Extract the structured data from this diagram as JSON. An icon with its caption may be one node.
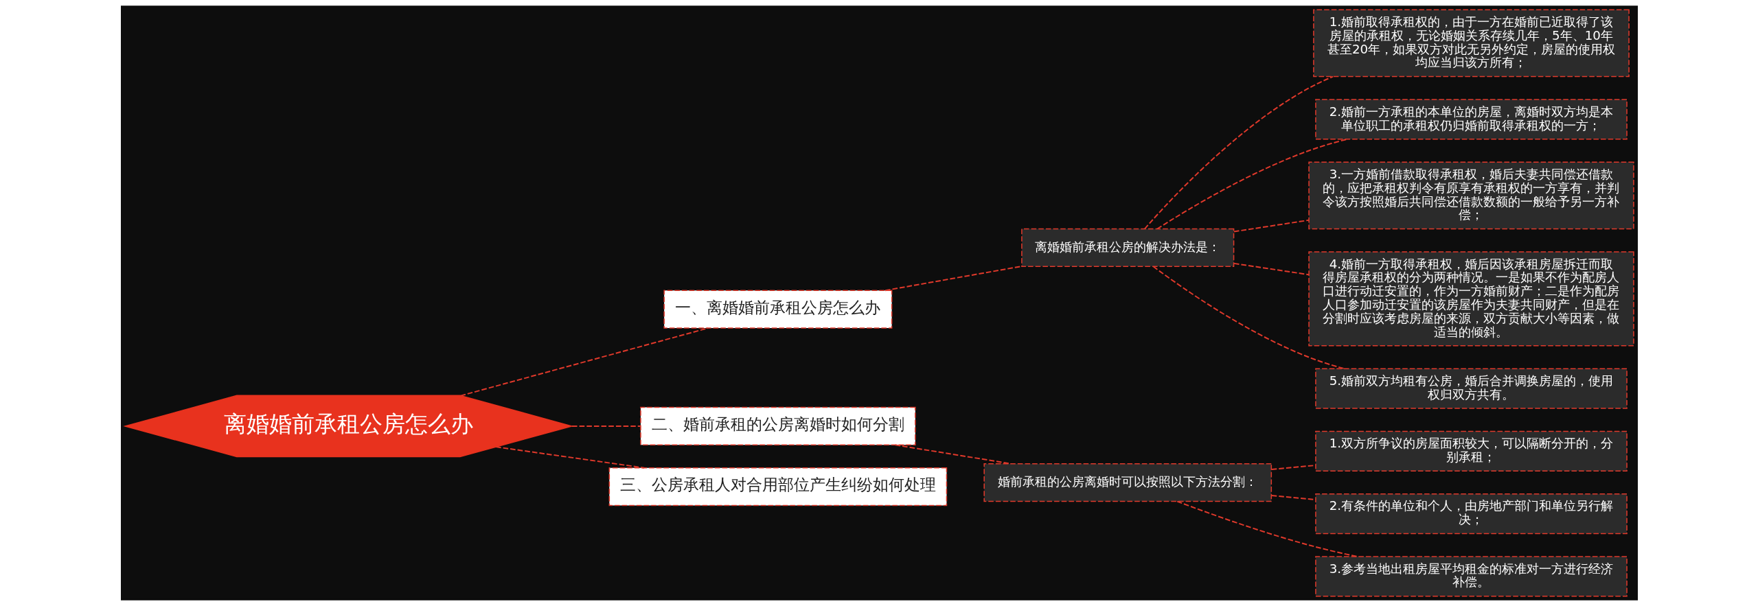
{
  "diagram": {
    "nodes": [
      {
        "text": [
          "离婚婚前承租公房怎么办"
        ]
      },
      {
        "text": [
          "一、离婚婚前承租公房怎么办"
        ]
      },
      {
        "text": [
          "离婚婚前承租公房的解决办法是："
        ]
      },
      {
        "text": [
          "1.婚前取得承租权的，由于一方在婚前已近取得了该房屋的承租权，无论婚姻关系存续几年，5年、10年甚至20年，如果双方对此无另外约定，房屋的使用权均应当归该方所有；"
        ]
      },
      {
        "text": [
          "2.婚前一方承租的本单位的房屋，离婚时双方均是本单位职工的承租权仍归婚前取得承租权的一方；"
        ]
      },
      {
        "text": [
          "3.一方婚前借款取得承租权，婚后夫妻共同偿还借款的，应把承租权判令有原享有承租权的一方享有，并判令该方按照婚后共同偿还借款数额的一般给予另一方补偿；"
        ]
      },
      {
        "text": [
          "4.婚前一方取得承租权，婚后因该承租房屋拆迁而取得房屋承租权的分为两种情况。一是如果不作为配房人口进行动迁安置的，作为一方婚前财产；二是作为配房人口参加动迁安置的该房屋作为夫妻共同财产，但是在分割时应该考虑房屋的来源，双方贡献大小等因素，做适当的倾斜。"
        ]
      },
      {
        "text": [
          "5.婚前双方均租有公房，婚后合并调换房屋的，使用权归双方共有。"
        ]
      },
      {
        "text": [
          "二、婚前承租的公房离婚时如何分割"
        ]
      },
      {
        "text": [
          "婚前承租的公房离婚时可以按照以下方法分割："
        ]
      },
      {
        "text": [
          "1.双方所争议的房屋面积较大，可以隔断分开的，分别承租；"
        ]
      },
      {
        "text": [
          "2.有条件的单位和个人，由房地产部门和单位另行解决；"
        ]
      },
      {
        "text": [
          "3.参考当地出租房屋平均租金的标准对一方进行经济补偿。"
        ]
      },
      {
        "text": [
          "三、公房承租人对合用部位产生纠纷如何处理"
        ]
      }
    ],
    "edges": [
      {
        "from": 0,
        "to": 1,
        "arrow": "none",
        "style": "dashed"
      },
      {
        "from": 1,
        "to": 2,
        "arrow": "none",
        "style": "dashed"
      },
      {
        "from": 2,
        "to": 3,
        "arrow": "none",
        "style": "dashed"
      },
      {
        "from": 2,
        "to": 4,
        "arrow": "none",
        "style": "dashed"
      },
      {
        "from": 2,
        "to": 5,
        "arrow": "none",
        "style": "dashed"
      },
      {
        "from": 2,
        "to": 6,
        "arrow": "none",
        "style": "dashed"
      },
      {
        "from": 2,
        "to": 7,
        "arrow": "none",
        "style": "dashed"
      },
      {
        "from": 0,
        "to": 8,
        "arrow": "none",
        "style": "dashed"
      },
      {
        "from": 8,
        "to": 9,
        "arrow": "none",
        "style": "dashed"
      },
      {
        "from": 9,
        "to": 10,
        "arrow": "none",
        "style": "dashed"
      },
      {
        "from": 9,
        "to": 11,
        "arrow": "none",
        "style": "dashed"
      },
      {
        "from": 9,
        "to": 12,
        "arrow": "none",
        "style": "dashed"
      },
      {
        "from": 0,
        "to": 13,
        "arrow": "none",
        "style": "dashed"
      }
    ]
  }
}
